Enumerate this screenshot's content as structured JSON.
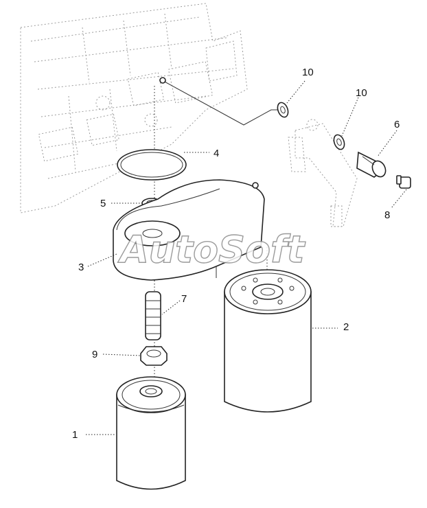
{
  "watermark": "AutoSoft",
  "callouts": [
    {
      "id": "1",
      "label": "1"
    },
    {
      "id": "2",
      "label": "2"
    },
    {
      "id": "3",
      "label": "3"
    },
    {
      "id": "4",
      "label": "4"
    },
    {
      "id": "5",
      "label": "5"
    },
    {
      "id": "6",
      "label": "6"
    },
    {
      "id": "7",
      "label": "7"
    },
    {
      "id": "8",
      "label": "8"
    },
    {
      "id": "9",
      "label": "9"
    },
    {
      "id": "10a",
      "label": "10"
    },
    {
      "id": "10b",
      "label": "10"
    }
  ]
}
